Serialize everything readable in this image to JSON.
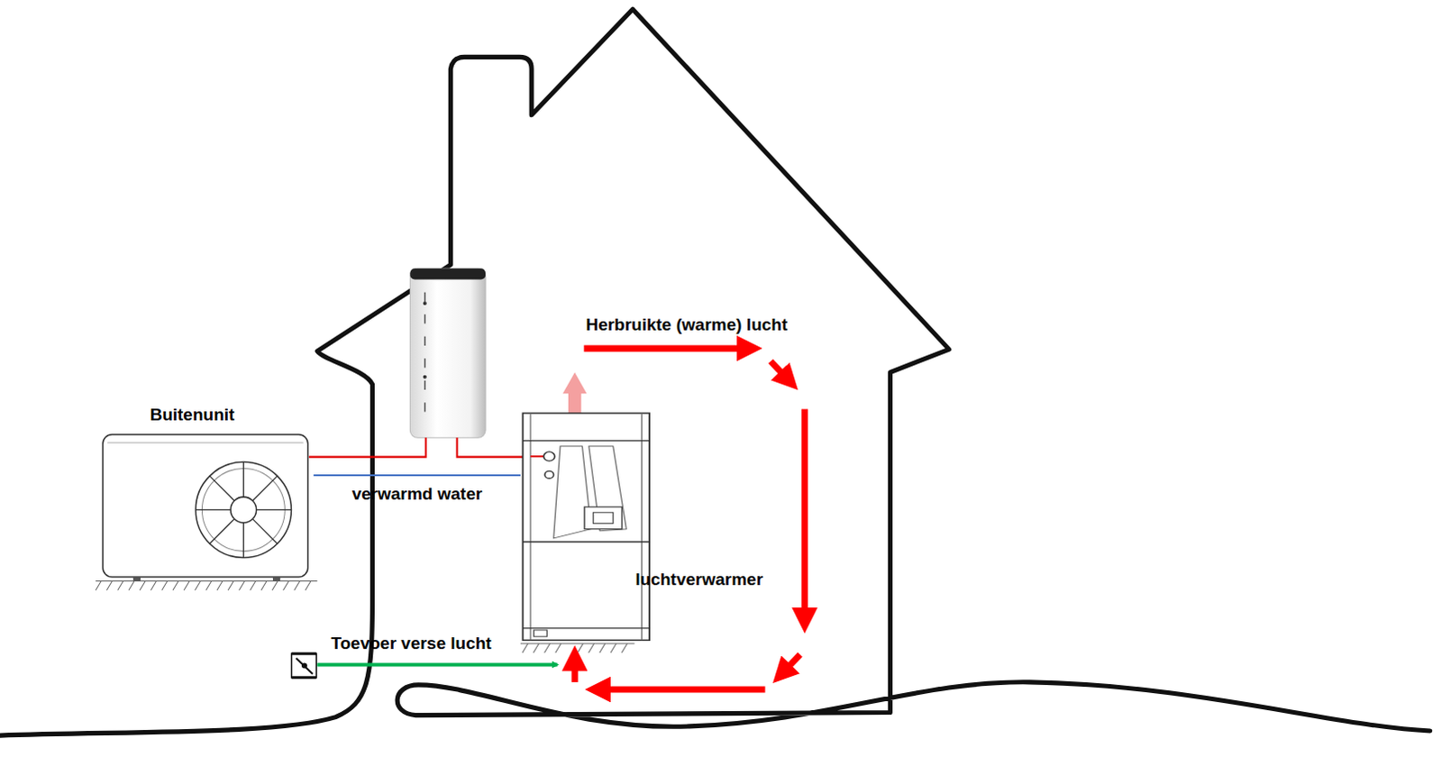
{
  "diagram": {
    "nodes": [
      {
        "text": [
          "Buitenunit"
        ]
      },
      {
        "text": [
          "luchtverwarmer"
        ]
      }
    ],
    "edges": [
      {
        "from": 0,
        "to": 1,
        "arrow": "none",
        "label": "verwarmd water"
      }
    ],
    "labels": [
      "Herbruikte (warme) lucht",
      "Toevoer verse lucht"
    ]
  }
}
